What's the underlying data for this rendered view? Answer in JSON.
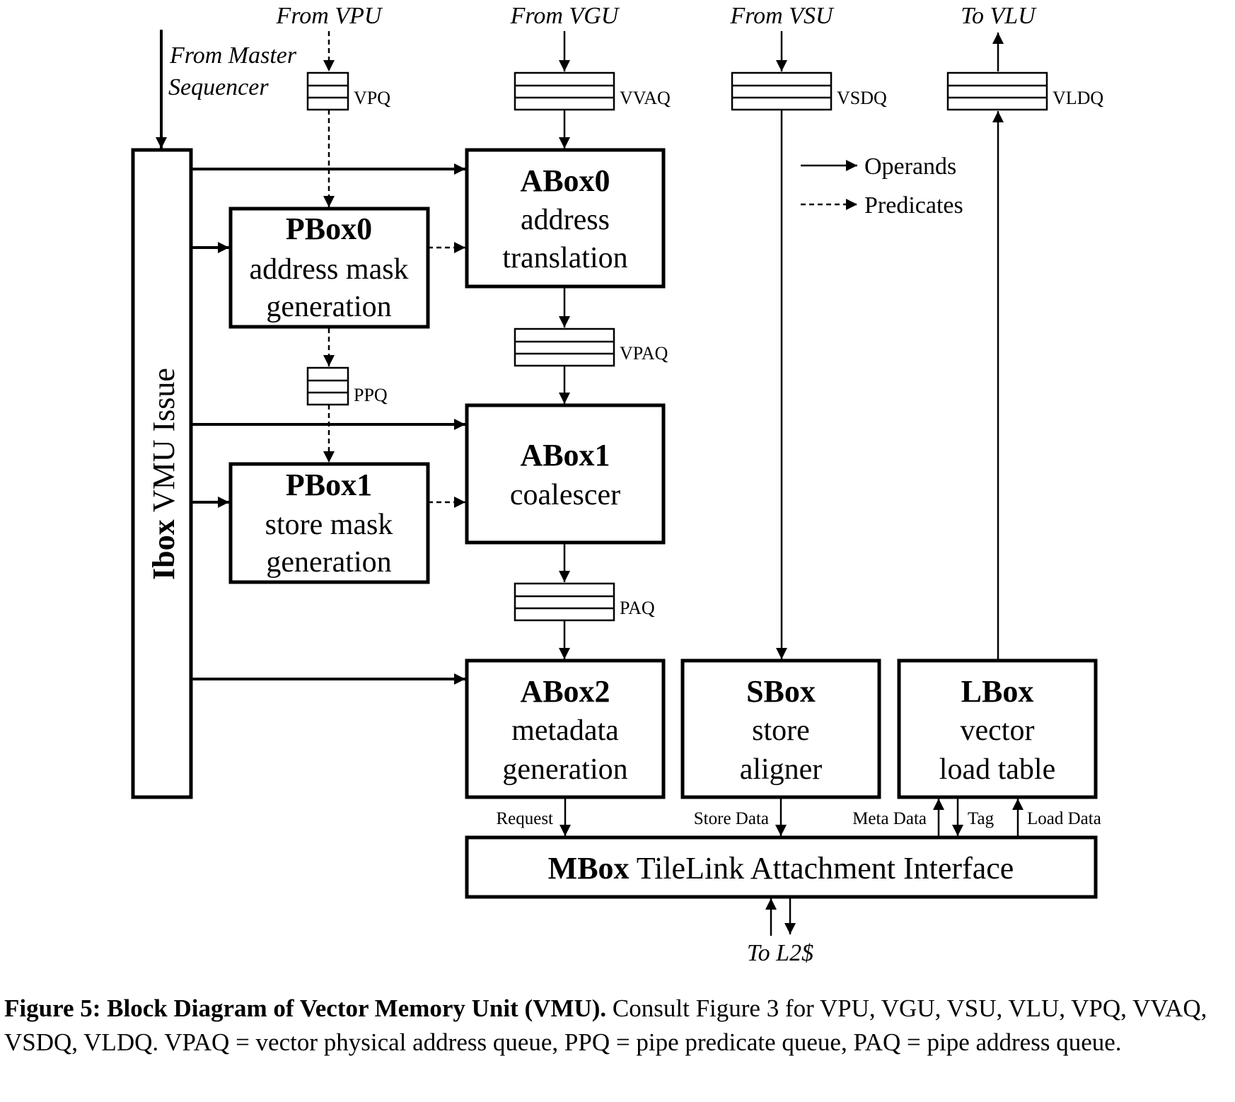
{
  "external": {
    "from_vpu": "From VPU",
    "from_vgu": "From VGU",
    "from_vsu": "From VSU",
    "to_vlu": "To VLU",
    "from_master_l1": "From Master",
    "from_master_l2": "Sequencer",
    "to_l2": "To L2$"
  },
  "queues": {
    "vpq": "VPQ",
    "vvaq": "VVAQ",
    "vsdq": "VSDQ",
    "vldq": "VLDQ",
    "vpaq": "VPAQ",
    "ppq": "PPQ",
    "paq": "PAQ"
  },
  "boxes": {
    "ibox_bold": "Ibox",
    "ibox_rest": " VMU Issue",
    "pbox0": {
      "title": "PBox0",
      "l1": "address mask",
      "l2": "generation"
    },
    "pbox1": {
      "title": "PBox1",
      "l1": "store mask",
      "l2": "generation"
    },
    "abox0": {
      "title": "ABox0",
      "l1": "address",
      "l2": "translation"
    },
    "abox1": {
      "title": "ABox1",
      "l1": "coalescer"
    },
    "abox2": {
      "title": "ABox2",
      "l1": "metadata",
      "l2": "generation"
    },
    "sbox": {
      "title": "SBox",
      "l1": "store",
      "l2": "aligner"
    },
    "lbox": {
      "title": "LBox",
      "l1": "vector",
      "l2": "load table"
    },
    "mbox_bold": "MBox",
    "mbox_rest": " TileLink Attachment Interface"
  },
  "signals": {
    "request": "Request",
    "store_data": "Store Data",
    "meta_data": "Meta Data",
    "tag": "Tag",
    "load_data": "Load Data"
  },
  "legend": {
    "operands": "Operands",
    "predicates": "Predicates"
  },
  "caption": {
    "bold": "Figure 5: Block Diagram of Vector Memory Unit (VMU).",
    "rest": " Consult Figure 3 for VPU, VGU, VSU, VLU, VPQ, VVAQ, VSDQ, VLDQ. VPAQ = vector physical address queue, PPQ = pipe predicate queue, PAQ = pipe address queue."
  }
}
